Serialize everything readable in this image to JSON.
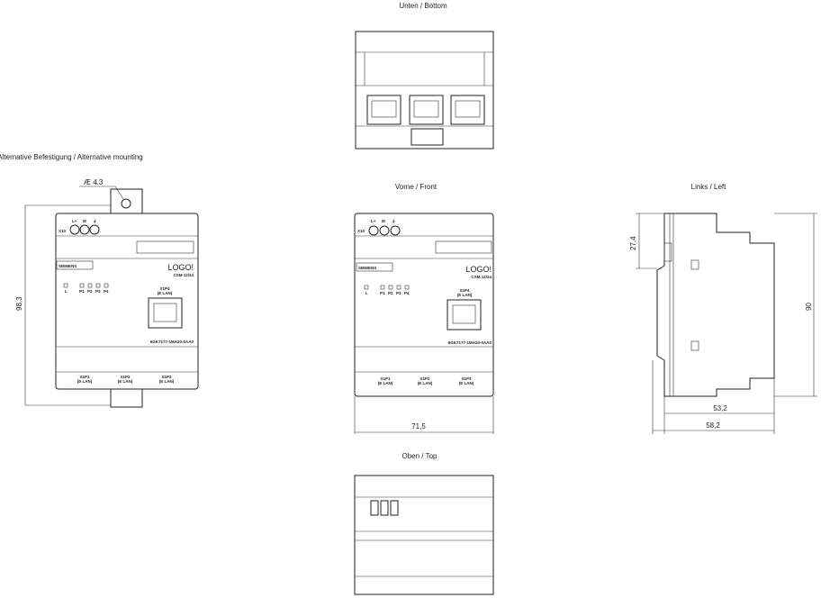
{
  "views": {
    "bottom": "Unten / Bottom",
    "alt": "Alternative Befestigung / Alternative mounting",
    "front": "Vorne / Front",
    "left": "Links / Left",
    "top": "Oben / Top"
  },
  "device": {
    "brand": "SIEMENS",
    "logo": "LOGO!",
    "model": "CSM 12/24",
    "x10": "X10",
    "lplus": "L+",
    "m": "M",
    "pe": "⏚",
    "led_l": "L",
    "leds": [
      "P1",
      "P2",
      "P3",
      "P4"
    ],
    "port4": "X1P4",
    "elan": "(E LAN)",
    "order": "6GK7177-1MA20-0AA0",
    "ports": [
      "X1P1",
      "X1P2",
      "X1P3"
    ]
  },
  "dims": {
    "hole": "Æ 4.3",
    "height_alt": "98,3",
    "width": "71,5",
    "height": "90",
    "rail": "27,4",
    "depth1": "53,2",
    "depth2": "58,2"
  }
}
